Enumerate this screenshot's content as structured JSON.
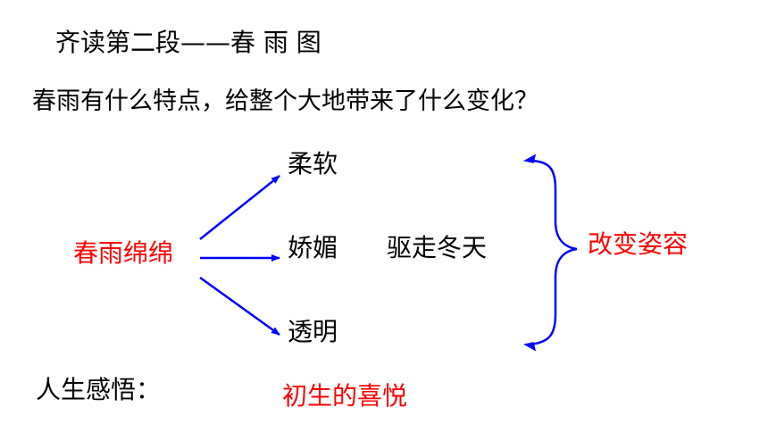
{
  "title": "齐读第二段——春 雨 图",
  "question": "春雨有什么特点，给整个大地带来了什么变化？",
  "diagram": {
    "center": "春雨绵绵",
    "branches": [
      "柔软",
      "娇媚",
      "透明"
    ],
    "middle": "驱走冬天",
    "result": "改变姿容"
  },
  "insight": {
    "label": "人生感悟：",
    "value": "初生的喜悦"
  },
  "colors": {
    "highlight": "#ff0000",
    "arrow": "#0000ff",
    "text": "#000000"
  }
}
